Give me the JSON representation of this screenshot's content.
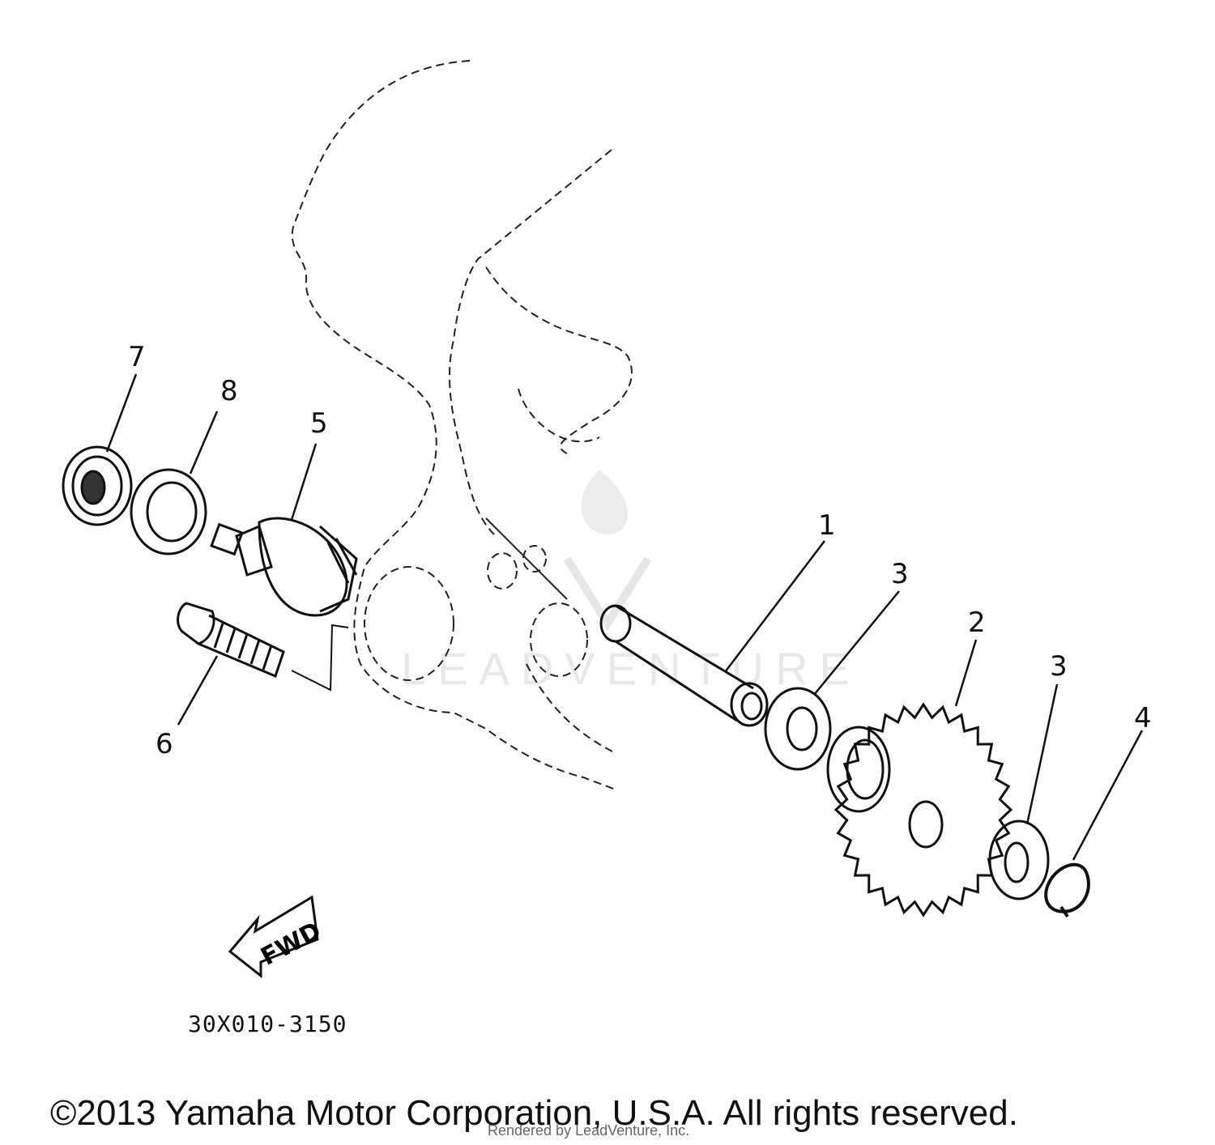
{
  "diagram": {
    "callouts": [
      {
        "id": "1",
        "label": "1"
      },
      {
        "id": "2",
        "label": "2"
      },
      {
        "id": "3a",
        "label": "3"
      },
      {
        "id": "3b",
        "label": "3"
      },
      {
        "id": "4",
        "label": "4"
      },
      {
        "id": "5",
        "label": "5"
      },
      {
        "id": "6",
        "label": "6"
      },
      {
        "id": "7",
        "label": "7"
      },
      {
        "id": "8",
        "label": "8"
      }
    ],
    "fwd_label": "FWD",
    "drawing_code": "30X010-3150"
  },
  "watermark": {
    "brand": "LEADVENTURE",
    "rendered_by": "Rendered by LeadVenture, Inc."
  },
  "footer": {
    "copyright": "©2013 Yamaha Motor Corporation, U.S.A. All rights reserved."
  },
  "colors": {
    "ink": "#111111",
    "background": "#ffffff",
    "watermark": "#e8e8e8"
  }
}
